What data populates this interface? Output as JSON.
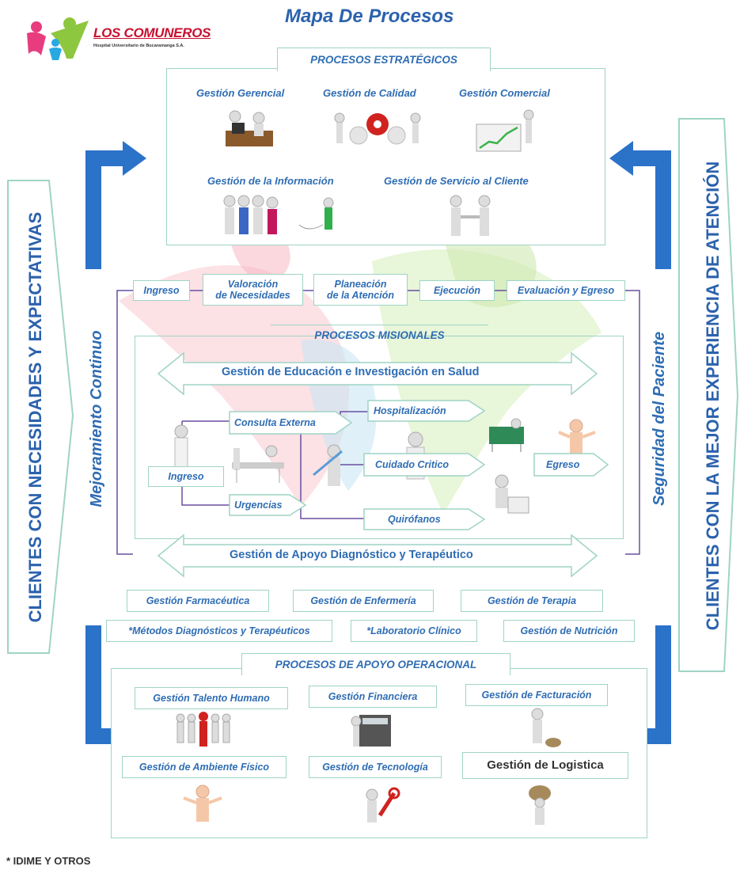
{
  "title": "Mapa De Procesos",
  "logo": {
    "name": "LOS COMUNEROS",
    "subtitle": "Hospital Universitario de Bucaramanga S.A."
  },
  "side_left": "CLIENTES CON NECESIDADES Y EXPECTATIVAS",
  "side_right": "CLIENTES CON LA MEJOR EXPERIENCIA DE ATENCIÓN",
  "inner_left": "Mejoramiento Continuo",
  "inner_right": "Seguridad del Paciente",
  "estrategicos": {
    "header": "PROCESOS ESTRATÉGICOS",
    "items": [
      "Gestión Gerencial",
      "Gestión de Calidad",
      "Gestión Comercial",
      "Gestión de la Información",
      "Gestión de Servicio al Cliente"
    ]
  },
  "flow": [
    "Ingreso",
    "Valoración\nde Necesidades",
    "Planeación\nde la Atención",
    "Ejecución",
    "Evaluación y Egreso"
  ],
  "misionales": {
    "header": "PROCESOS MISIONALES",
    "top_arrow": "Gestión de Educación e Investigación en Salud",
    "bottom_arrow": "Gestión de Apoyo Diagnóstico y Terapéutico",
    "ingreso": "Ingreso",
    "consulta": "Consulta Externa",
    "urgencias": "Urgencias",
    "hospitalizacion": "Hospitalización",
    "cuidado": "Cuidado Critico",
    "quirofanos": "Quirófanos",
    "egreso": "Egreso"
  },
  "apoyo_diag": [
    "Gestión Farmacéutica",
    "Gestión de Enfermería",
    "Gestión de Terapia",
    "*Métodos Diagnósticos y Terapéuticos",
    "*Laboratorio Clínico",
    "Gestión de Nutrición"
  ],
  "operacional": {
    "header": "PROCESOS DE APOYO OPERACIONAL",
    "items": [
      "Gestión Talento Humano",
      "Gestión Financiera",
      "Gestión de Facturación",
      "Gestión de Ambiente Físico",
      "Gestión de Tecnología",
      "Gestión de Logistica"
    ]
  },
  "footnote": "* IDIME Y OTROS",
  "colors": {
    "accent": "#2f6db3",
    "border": "#9fd4c5",
    "arrow": "#2b72c9",
    "line": "#6a4fa0"
  }
}
